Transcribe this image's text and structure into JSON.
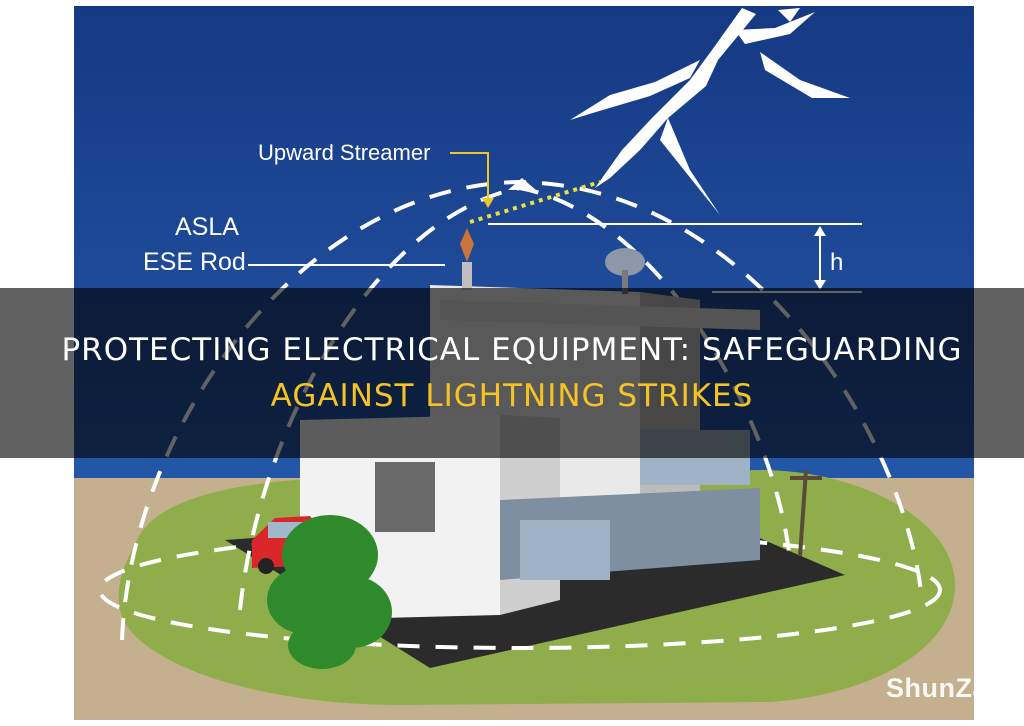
{
  "labels": {
    "upward_streamer": "Upward Streamer",
    "asla": "ASLA",
    "ese_rod": "ESE Rod",
    "h": "h"
  },
  "banner": {
    "line1": "Protecting Electrical Equipment: Safeguarding",
    "line2": "Against Lightning Strikes"
  },
  "watermark": "ShunZa",
  "colors": {
    "sky": "#1a3a8c",
    "ground": "#c3ae8c",
    "lawn": "#8fb04a",
    "accent": "#f5c325",
    "streamer": "#e9e233"
  }
}
